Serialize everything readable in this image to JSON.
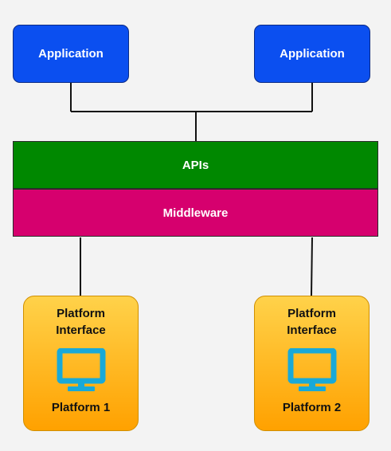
{
  "applications": [
    {
      "label": "Application"
    },
    {
      "label": "Application"
    }
  ],
  "layers": {
    "apis": {
      "label": "APIs",
      "color": "#008800"
    },
    "middleware": {
      "label": "Middleware",
      "color": "#d6006e"
    }
  },
  "platforms": [
    {
      "title_line1": "Platform",
      "title_line2": "Interface",
      "icon": "monitor-icon",
      "name": "Platform 1"
    },
    {
      "title_line1": "Platform",
      "title_line2": "Interface",
      "icon": "monitor-icon",
      "name": "Platform 2"
    }
  ],
  "colors": {
    "application": "#0b4ff0",
    "platform_top": "#ffd24a",
    "platform_bottom": "#ffa100",
    "monitor": "#19a9d8",
    "connector": "#111111"
  }
}
